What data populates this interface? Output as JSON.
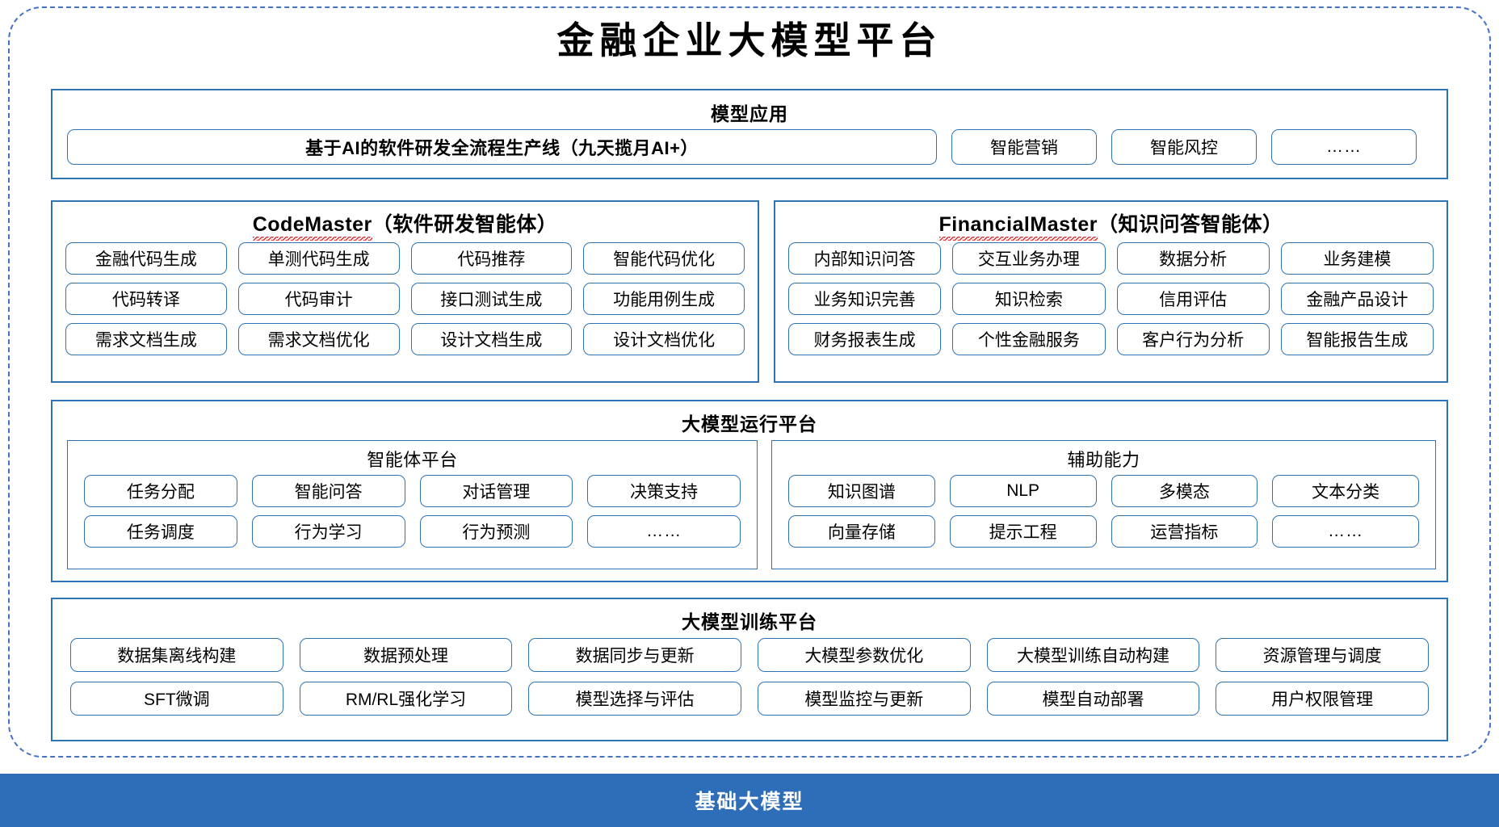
{
  "title": "金融企业大模型平台",
  "model_application": {
    "section_title": "模型应用",
    "main_item": "基于AI的软件研发全流程生产线（九天揽月AI+）",
    "items": [
      "智能营销",
      "智能风控",
      "……"
    ]
  },
  "code_master": {
    "name": "CodeMaster",
    "suffix": "（软件研发智能体）",
    "items": [
      "金融代码生成",
      "单测代码生成",
      "代码推荐",
      "智能代码优化",
      "代码转译",
      "代码审计",
      "接口测试生成",
      "功能用例生成",
      "需求文档生成",
      "需求文档优化",
      "设计文档生成",
      "设计文档优化"
    ]
  },
  "financial_master": {
    "name": "FinancialMaster",
    "suffix": "（知识问答智能体）",
    "items": [
      "内部知识问答",
      "交互业务办理",
      "数据分析",
      "业务建模",
      "业务知识完善",
      "知识检索",
      "信用评估",
      "金融产品设计",
      "财务报表生成",
      "个性金融服务",
      "客户行为分析",
      "智能报告生成"
    ]
  },
  "runtime_platform": {
    "section_title": "大模型运行平台",
    "agent_platform": {
      "title": "智能体平台",
      "items": [
        "任务分配",
        "智能问答",
        "对话管理",
        "决策支持",
        "任务调度",
        "行为学习",
        "行为预测",
        "……"
      ]
    },
    "auxiliary": {
      "title": "辅助能力",
      "items": [
        "知识图谱",
        "NLP",
        "多模态",
        "文本分类",
        "向量存储",
        "提示工程",
        "运营指标",
        "……"
      ]
    }
  },
  "training_platform": {
    "section_title": "大模型训练平台",
    "items": [
      "数据集离线构建",
      "数据预处理",
      "数据同步与更新",
      "大模型参数优化",
      "大模型训练自动构建",
      "资源管理与调度",
      "SFT微调",
      "RM/RL强化学习",
      "模型选择与评估",
      "模型监控与更新",
      "模型自动部署",
      "用户权限管理"
    ]
  },
  "base_model": {
    "label": "基础大模型"
  },
  "colors": {
    "frame_dashed": "#4472C4",
    "box_border": "#2E74B5",
    "base_bar": "#2E6DB8",
    "spellcheck_underline": "#e03030"
  }
}
